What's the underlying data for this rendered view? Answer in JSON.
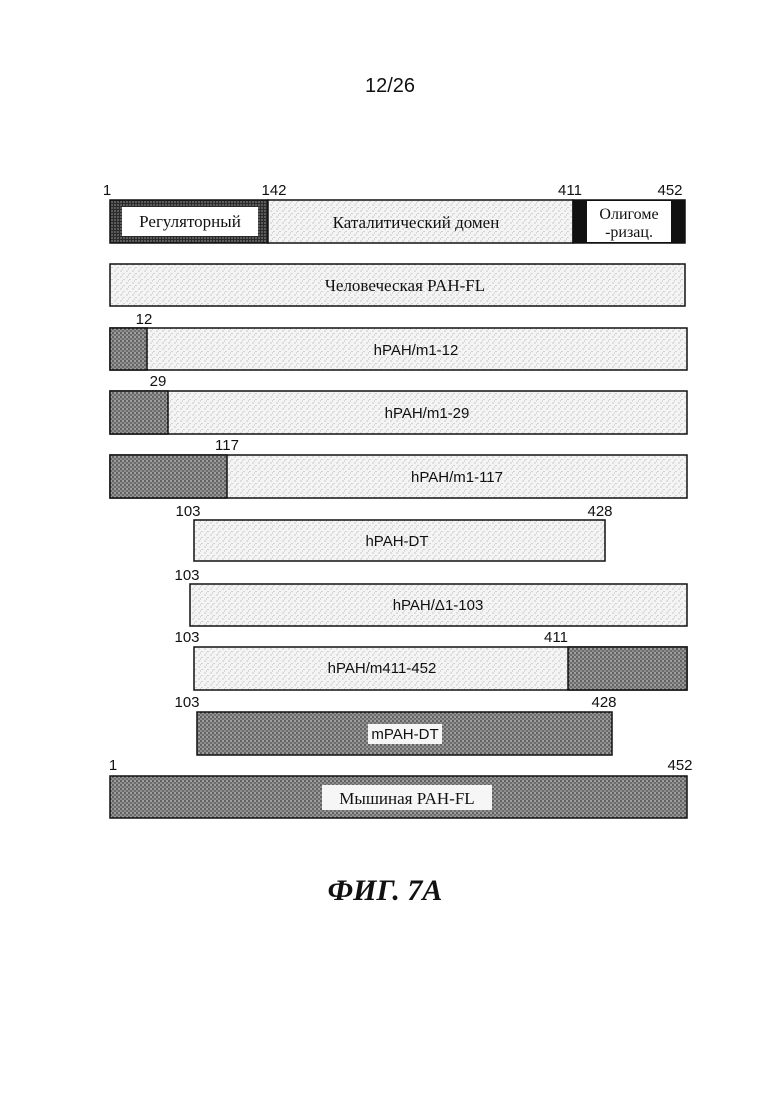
{
  "page_number": "12/26",
  "figure_caption": "ФИГ. 7А",
  "domain_map": {
    "ticks": [
      "1",
      "142",
      "411",
      "452"
    ],
    "regulatory_label": "Регуляторный",
    "catalytic_label": "Каталитический домен",
    "oligo_label_line1": "Олигоме",
    "oligo_label_line2": "-ризац."
  },
  "constructs": [
    {
      "label": "Человеческая PAH-FL",
      "start": 1,
      "end": 452,
      "tick_labels": []
    },
    {
      "label": "hPAH/m1-12",
      "start": 1,
      "end": 452,
      "murine_segment": [
        1,
        12
      ],
      "tick_labels": [
        "12"
      ]
    },
    {
      "label": "hPAH/m1-29",
      "start": 1,
      "end": 452,
      "murine_segment": [
        1,
        29
      ],
      "tick_labels": [
        "29"
      ]
    },
    {
      "label": "hPAH/m1-117",
      "start": 1,
      "end": 452,
      "murine_segment": [
        1,
        117
      ],
      "tick_labels": [
        "117"
      ]
    },
    {
      "label": "hPAH-DT",
      "start": 103,
      "end": 428,
      "tick_labels": [
        "103",
        "428"
      ]
    },
    {
      "label": "hPAH/Δ1-103",
      "start": 103,
      "end": 452,
      "tick_labels": [
        "103"
      ]
    },
    {
      "label": "hPAH/m411-452",
      "start": 103,
      "end": 452,
      "murine_segment": [
        411,
        452
      ],
      "tick_labels": [
        "103",
        "411"
      ]
    },
    {
      "label": "mPAH-DT",
      "start": 103,
      "end": 428,
      "murine_segment": [
        103,
        428
      ],
      "tick_labels": [
        "103",
        "428"
      ]
    },
    {
      "label": "Мышиная PAH-FL",
      "start": 1,
      "end": 452,
      "murine_segment": [
        1,
        452
      ],
      "tick_labels": [
        "1",
        "452"
      ]
    }
  ]
}
